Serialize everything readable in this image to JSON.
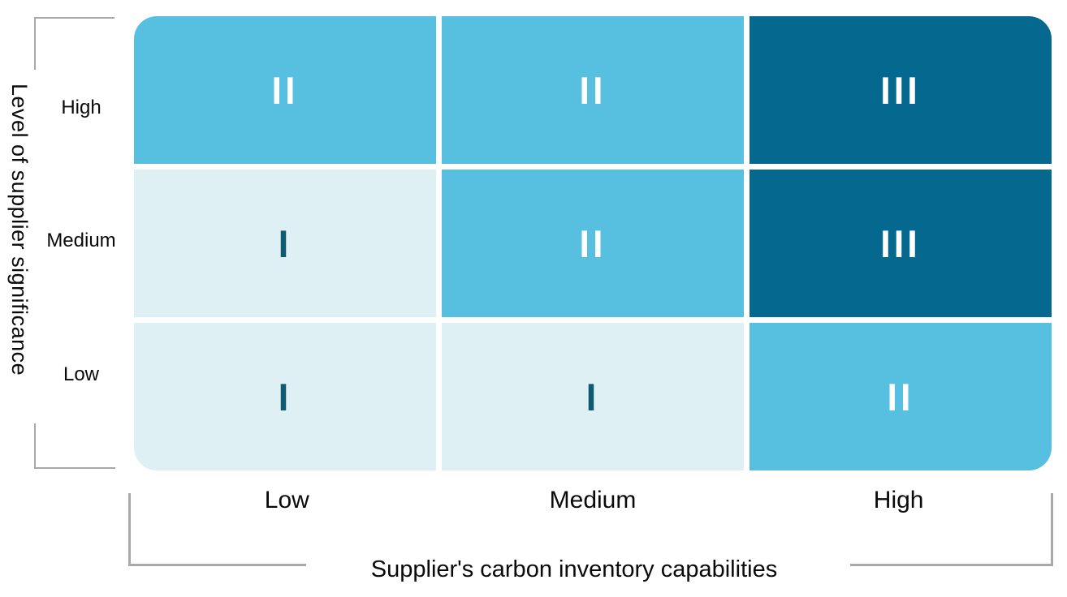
{
  "y_axis": {
    "title": "Level of supplier significance",
    "labels": [
      "High",
      "Medium",
      "Low"
    ]
  },
  "x_axis": {
    "title": "Supplier's carbon inventory capabilities",
    "labels": [
      "Low",
      "Medium",
      "High"
    ]
  },
  "colors": {
    "low": "#DFF0F4",
    "medium": "#57BFDF",
    "high": "#04688F",
    "numeral_on_light": "#0F5A72",
    "numeral_on_dark": "#FFFFFF",
    "bracket": "#A9A9A9"
  },
  "matrix": {
    "cells": [
      {
        "row": "High",
        "col": "Low",
        "numeral": "II",
        "level": "medium"
      },
      {
        "row": "High",
        "col": "Medium",
        "numeral": "II",
        "level": "medium"
      },
      {
        "row": "High",
        "col": "High",
        "numeral": "III",
        "level": "high"
      },
      {
        "row": "Medium",
        "col": "Low",
        "numeral": "I",
        "level": "low"
      },
      {
        "row": "Medium",
        "col": "Medium",
        "numeral": "II",
        "level": "medium"
      },
      {
        "row": "Medium",
        "col": "High",
        "numeral": "III",
        "level": "high"
      },
      {
        "row": "Low",
        "col": "Low",
        "numeral": "I",
        "level": "low"
      },
      {
        "row": "Low",
        "col": "Medium",
        "numeral": "I",
        "level": "low"
      },
      {
        "row": "Low",
        "col": "High",
        "numeral": "II",
        "level": "medium"
      }
    ]
  },
  "chart_data": {
    "type": "heatmap",
    "x_categories": [
      "Low",
      "Medium",
      "High"
    ],
    "y_categories": [
      "High",
      "Medium",
      "Low"
    ],
    "xlabel": "Supplier's carbon inventory capabilities",
    "ylabel": "Level of supplier significance",
    "values": [
      [
        2,
        2,
        3
      ],
      [
        1,
        2,
        3
      ],
      [
        1,
        1,
        2
      ]
    ],
    "value_labels": [
      [
        "II",
        "II",
        "III"
      ],
      [
        "I",
        "II",
        "III"
      ],
      [
        "I",
        "I",
        "II"
      ]
    ],
    "color_scale": {
      "1": "#DFF0F4",
      "2": "#57BFDF",
      "3": "#04688F"
    },
    "legend": "none",
    "grid": "off"
  }
}
